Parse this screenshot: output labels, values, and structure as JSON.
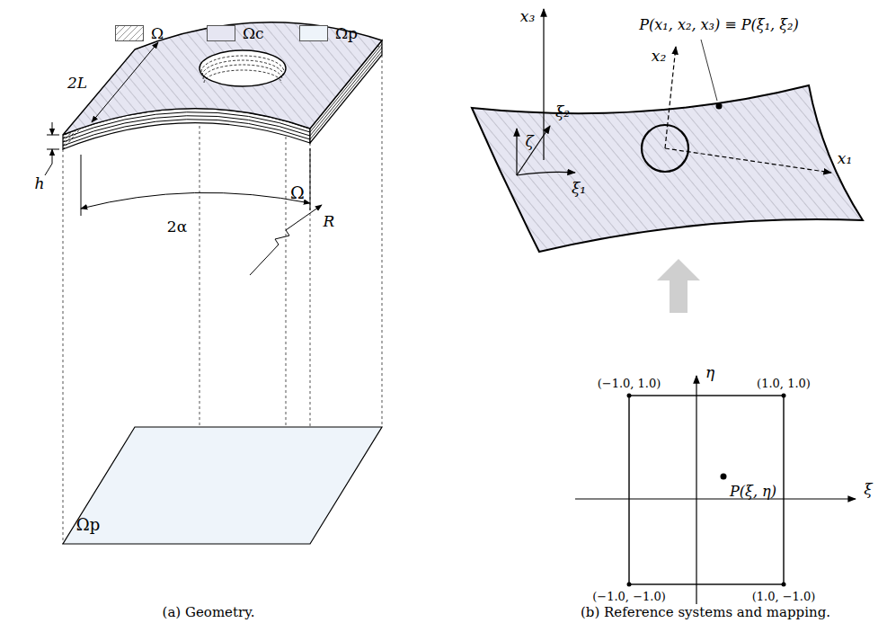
{
  "diagram": {
    "labels": [
      "2L",
      "h",
      "2α",
      "R",
      "Ω",
      "Ωp",
      "(a) Geometry.",
      "x₃",
      "x₂",
      "P(x₁, x₂, x₃) ≡ P(ξ₁, ξ₂)",
      "ξ₂",
      "ζ",
      "ξ₁",
      "x₁",
      "η",
      "(−1.0, 1.0)",
      "(1.0, 1.0)",
      "P(ξ, η)",
      "ξ",
      "(−1.0, −1.0)",
      "(1.0, −1.0)",
      "(b) Reference systems and mapping."
    ],
    "legend": [
      {
        "text": "Ω"
      },
      {
        "text": "Ωc",
        "color": "#e6e6f2"
      },
      {
        "text": "Ωp",
        "color": "#eef4fa"
      }
    ]
  }
}
